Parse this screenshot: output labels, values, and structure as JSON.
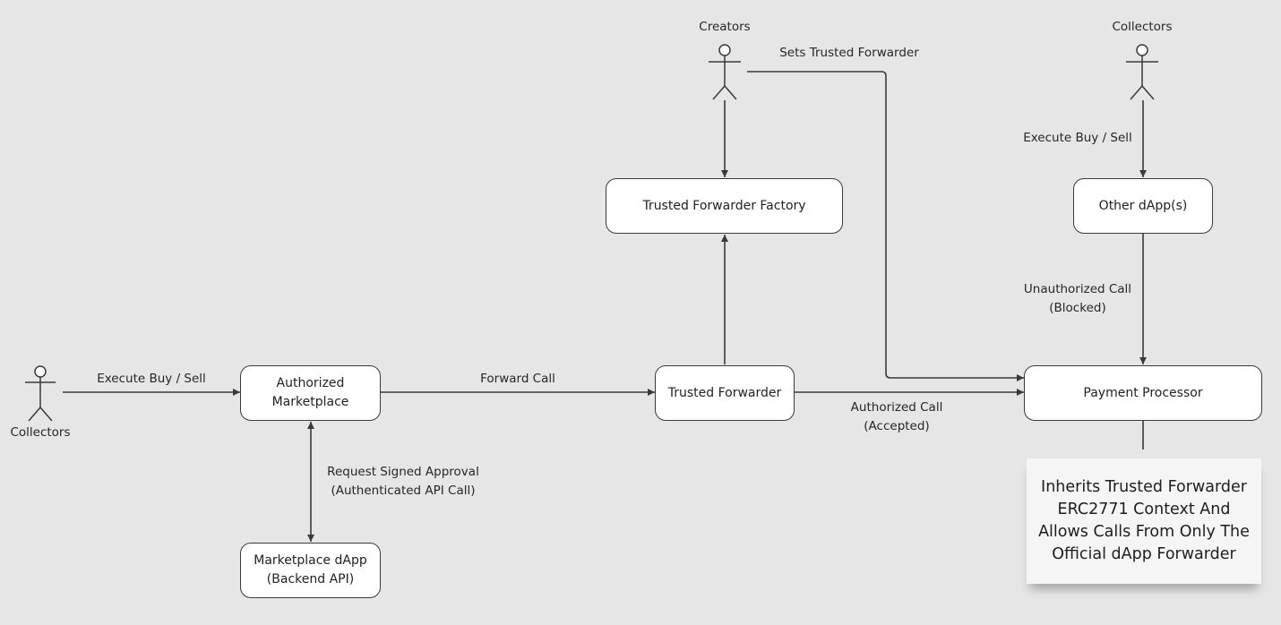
{
  "diagram": {
    "actors": {
      "collectors_left": "Collectors",
      "creators": "Creators",
      "collectors_right": "Collectors"
    },
    "nodes": {
      "authorized_marketplace": "Authorized\nMarketplace",
      "marketplace_dapp": "Marketplace dApp\n(Backend API)",
      "trusted_forwarder": "Trusted Forwarder",
      "trusted_forwarder_factory": "Trusted Forwarder Factory",
      "other_dapps": "Other dApp(s)",
      "payment_processor": "Payment Processor"
    },
    "edges": {
      "execute_buy_sell_left": "Execute Buy / Sell",
      "forward_call": "Forward Call",
      "request_signed_approval": "Request Signed Approval\n(Authenticated API Call)",
      "sets_trusted_forwarder": "Sets Trusted Forwarder",
      "authorized_call": "Authorized Call\n(Accepted)",
      "execute_buy_sell_right": "Execute Buy / Sell",
      "unauthorized_call": "Unauthorized Call\n(Blocked)"
    },
    "note": "Inherits Trusted Forwarder\nERC2771 Context And\nAllows Calls From Only The\nOfficial dApp Forwarder",
    "colors": {
      "background": "#e6e6e6",
      "stroke": "#3a3a3a",
      "node_fill": "#ffffff",
      "note_fill": "#f5f5f5"
    }
  }
}
